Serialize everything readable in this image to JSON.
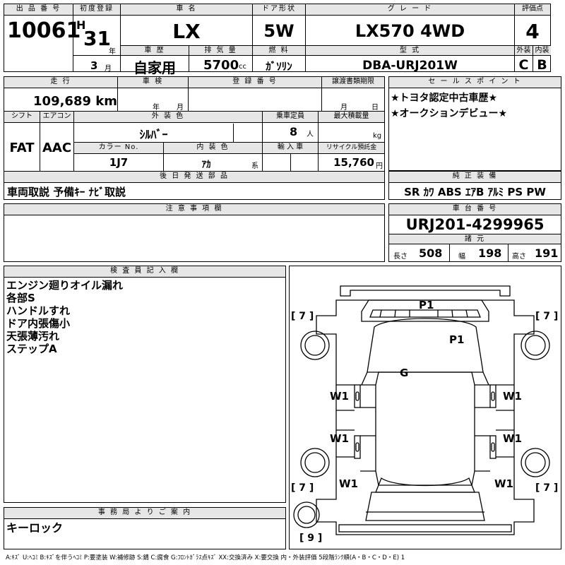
{
  "header": {
    "lot_no_label": "出 品 番 号",
    "lot_no": "10061",
    "first_reg_label": "初度登録",
    "era": "H",
    "year": "31",
    "year_unit": "年",
    "month": "3",
    "month_unit": "月",
    "car_name_label": "車 名",
    "car_name": "LX",
    "door_label": "ドア形状",
    "door": "5W",
    "grade_label": "グ レ ー ド",
    "grade": "LX570 4WD",
    "score_label": "評価点",
    "score": "4",
    "history_label": "車 歴",
    "history": "自家用",
    "displacement_label": "排 気 量",
    "displacement": "5700",
    "displacement_unit": "cc",
    "fuel_label": "燃 料",
    "fuel": "ｶﾞｿﾘﾝ",
    "model_label": "型 式",
    "model": "DBA-URJ201W",
    "exterior_label": "外装",
    "exterior": "C",
    "interior_label": "内装",
    "interior": "B"
  },
  "row2": {
    "mileage_label": "走 行",
    "mileage": "109,689 km",
    "inspection_label": "車 検",
    "year_unit": "年",
    "month_unit": "月",
    "registration_label": "登 録 番 号",
    "transfer_label": "譲渡書類期限",
    "transfer_month": "月",
    "transfer_day": "日",
    "shift_label": "シフト",
    "shift": "FAT",
    "ac_label": "エアコン",
    "ac": "AAC",
    "color_label": "外 装 色",
    "color": "ｼﾙﾊﾞｰ",
    "capacity_label": "乗車定員",
    "capacity": "8",
    "capacity_unit": "人",
    "load_label": "最大積載量",
    "load_unit": "kg",
    "color_no_label": "カラー No.",
    "color_no": "1J7",
    "interior_color_label": "内 装 色",
    "interior_color": "ｱｶ",
    "interior_color_unit": "系",
    "import_label": "輸 入 車",
    "recycle_label": "リサイクル預託金",
    "recycle": "15,760",
    "recycle_unit": "円",
    "later_parts_label": "後 日 発 送 部 品",
    "later_parts": "車両取説 予備ｷｰ ﾅﾋﾞ取説"
  },
  "sales_points": {
    "label": "セ ー ル ス ポ イ ン ト",
    "items": [
      "★トヨタ認定中古車歴★",
      "★オークションデビュー★"
    ]
  },
  "equipment": {
    "label": "純 正 装 備",
    "value": "SR ｶﾜ ABS ｴｱB ｱﾙﾐ PS PW"
  },
  "notes": {
    "label": "注 意 事 項 欄"
  },
  "chassis": {
    "label": "車 台 番 号",
    "value": "URJ201-4299965",
    "dims_label": "諸 元",
    "length_label": "長さ",
    "length": "508",
    "width_label": "幅",
    "width": "198",
    "height_label": "高さ",
    "height": "191"
  },
  "inspector": {
    "label": "検 査 員 記 入 欄",
    "lines": [
      "エンジン廻りオイル漏れ",
      "各部S",
      "ハンドルすれ",
      "ドア内張傷小",
      "天張薄汚れ",
      "ステップA"
    ]
  },
  "diagram": {
    "marks": [
      "P1",
      "P1",
      "G",
      "W1",
      "W1",
      "W1",
      "W1",
      "W1",
      "W1"
    ],
    "tire_left_front": "[ 7 ]",
    "tire_right_front": "[ 7 ]",
    "tire_left_rear": "[ 7 ]",
    "tire_right_rear": "[ 7 ]",
    "spare": "[ 9 ]"
  },
  "office": {
    "label": "事 務 局 よ り ご 案 内",
    "value": "キーロック"
  },
  "legend": "A:ｷｽﾞ U:ﾍｺﾐ B:ｷｽﾞを伴うﾍｺﾐ P:要塗装 W:補修跡 S:錆 C:腐食 G:ﾌﾛﾝﾄｶﾞﾗｽ点ｷｽﾞ XX:交換済み X:要交換 内・外装評価 5段階ﾗﾝｸ順(A・B・C・D・E) 1"
}
